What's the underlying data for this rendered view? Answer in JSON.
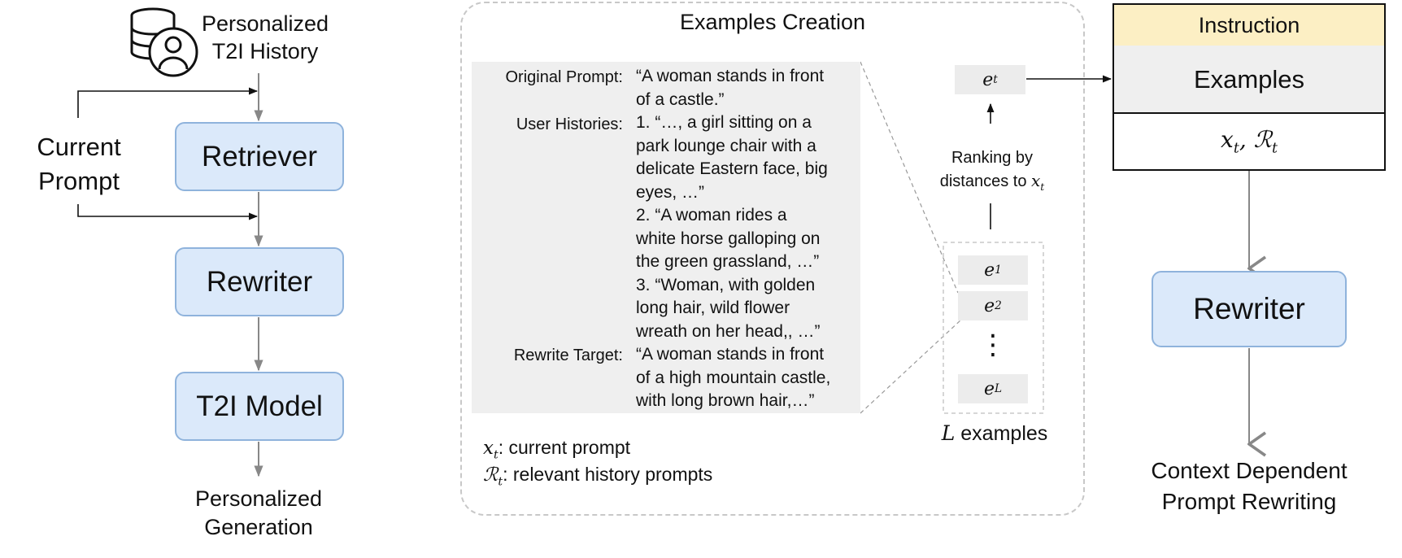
{
  "left": {
    "history_label_line1": "Personalized",
    "history_label_line2": "T2I History",
    "current_prompt_line1": "Current",
    "current_prompt_line2": "Prompt",
    "retriever": "Retriever",
    "rewriter": "Rewriter",
    "t2i_model": "T2I Model",
    "output_line1": "Personalized",
    "output_line2": "Generation"
  },
  "middle": {
    "title": "Examples Creation",
    "original_prompt_label": "Original Prompt:",
    "original_prompt_lines": [
      "“A woman stands in front",
      "of a castle.”"
    ],
    "user_histories_label": "User Histories:",
    "user_histories_lines": [
      "1. “…, a girl sitting on a",
      "park lounge chair with a",
      "delicate Eastern face, big",
      "eyes, …”",
      "2. “A woman rides a",
      "white horse galloping on",
      "the green grassland, …”",
      "3. “Woman, with golden",
      "long hair, wild flower",
      "wreath on her head,, …”"
    ],
    "rewrite_target_label": "Rewrite Target:",
    "rewrite_target_lines": [
      "“A woman stands in front",
      "of a high mountain castle,",
      "with long brown hair,…”"
    ],
    "legend_xt": ": current prompt",
    "legend_rt": ": relevant history prompts",
    "ranking_line1": "Ranking by",
    "ranking_line2": "distances to",
    "examples_label": "examples",
    "e_symbol": "e",
    "sub_t": "t",
    "sub_1": "1",
    "sub_2": "2",
    "sub_L": "L",
    "vdots": "⋮",
    "L_symbol": "L",
    "x_symbol": "x",
    "R_symbol": "ℛ"
  },
  "right": {
    "instruction": "Instruction",
    "examples": "Examples",
    "rewriter": "Rewriter",
    "output_line1": "Context Dependent",
    "output_line2": "Prompt Rewriting",
    "comma": ", "
  },
  "colors": {
    "box_fill": "#dbe9fa",
    "box_border": "#8fb3dc",
    "instruction_fill": "#fcefc4",
    "examples_fill": "#efefef",
    "card_fill": "#efefef"
  }
}
